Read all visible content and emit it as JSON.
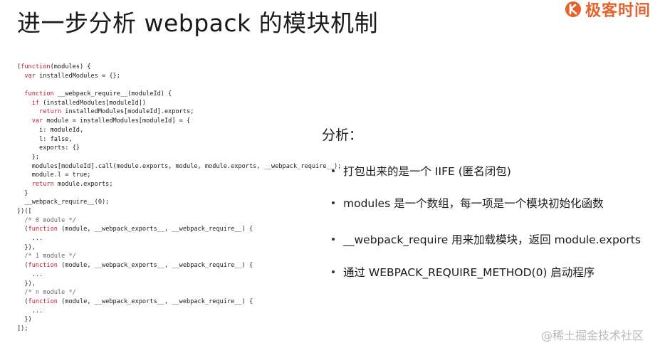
{
  "slide": {
    "title": "进一步分析 webpack 的模块机制",
    "logo_text": "极客时间",
    "analysis_heading": "分析：",
    "bullets": [
      "打包出来的是一个 IIFE (匿名闭包)",
      "modules 是一个数组，每一项是一个模块初始化函数",
      "__webpack_require 用来加载模块，返回 module.exports",
      "通过 WEBPACK_REQUIRE_METHOD(0) 启动程序"
    ],
    "watermark": "@稀土掘金技术社区"
  },
  "code": {
    "lines": [
      [
        {
          "t": "("
        },
        {
          "t": "function",
          "k": "kw"
        },
        {
          "t": "(modules) {"
        }
      ],
      [
        {
          "t": "  "
        },
        {
          "t": "var",
          "k": "kw"
        },
        {
          "t": " installedModules = {};"
        }
      ],
      [],
      [
        {
          "t": "  "
        },
        {
          "t": "function",
          "k": "kw"
        },
        {
          "t": " __webpack_require__(moduleId) {"
        }
      ],
      [
        {
          "t": "    "
        },
        {
          "t": "if",
          "k": "kw"
        },
        {
          "t": " (installedModules[moduleId])"
        }
      ],
      [
        {
          "t": "      "
        },
        {
          "t": "return",
          "k": "kw"
        },
        {
          "t": " installedModules[moduleId].exports;"
        }
      ],
      [
        {
          "t": "    "
        },
        {
          "t": "var",
          "k": "kw"
        },
        {
          "t": " module = installedModules[moduleId] = {"
        }
      ],
      [
        {
          "t": "      i: moduleId,"
        }
      ],
      [
        {
          "t": "      l: false,"
        }
      ],
      [
        {
          "t": "      exports: {}"
        }
      ],
      [
        {
          "t": "    };"
        }
      ],
      [
        {
          "t": "    modules[moduleId].call(module.exports, module, module.exports, __webpack_require__);"
        }
      ],
      [
        {
          "t": "    module.l = true;"
        }
      ],
      [
        {
          "t": "    "
        },
        {
          "t": "return",
          "k": "kw"
        },
        {
          "t": " module.exports;"
        }
      ],
      [
        {
          "t": "  }"
        }
      ],
      [
        {
          "t": "  __webpack_require__(0);"
        }
      ],
      [
        {
          "t": "})(["
        }
      ],
      [
        {
          "t": "  "
        },
        {
          "t": "/* 0 module */",
          "k": "cm"
        }
      ],
      [
        {
          "t": "  ("
        },
        {
          "t": "function",
          "k": "kw"
        },
        {
          "t": " (module, __webpack_exports__, __webpack_require__) {"
        }
      ],
      [
        {
          "t": "    ..."
        }
      ],
      [
        {
          "t": "  }),"
        }
      ],
      [
        {
          "t": "  "
        },
        {
          "t": "/* 1 module */",
          "k": "cm"
        }
      ],
      [
        {
          "t": "  ("
        },
        {
          "t": "function",
          "k": "kw"
        },
        {
          "t": " (module, __webpack_exports__, __webpack_require__) {"
        }
      ],
      [
        {
          "t": "    ..."
        }
      ],
      [
        {
          "t": "  }),"
        }
      ],
      [
        {
          "t": "  "
        },
        {
          "t": "/* n module */",
          "k": "cm"
        }
      ],
      [
        {
          "t": "  ("
        },
        {
          "t": "function",
          "k": "kw"
        },
        {
          "t": " (module, __webpack_exports__, __webpack_require__) {"
        }
      ],
      [
        {
          "t": "    ..."
        }
      ],
      [
        {
          "t": "  })"
        }
      ],
      [
        {
          "t": "]);"
        }
      ]
    ]
  },
  "colors": {
    "keyword": "#c0182c",
    "comment": "#6a6a6a",
    "logo": "#e8622c",
    "watermark": "#b9b9b9"
  },
  "icons": {
    "logo": "geektime-logo-icon"
  }
}
